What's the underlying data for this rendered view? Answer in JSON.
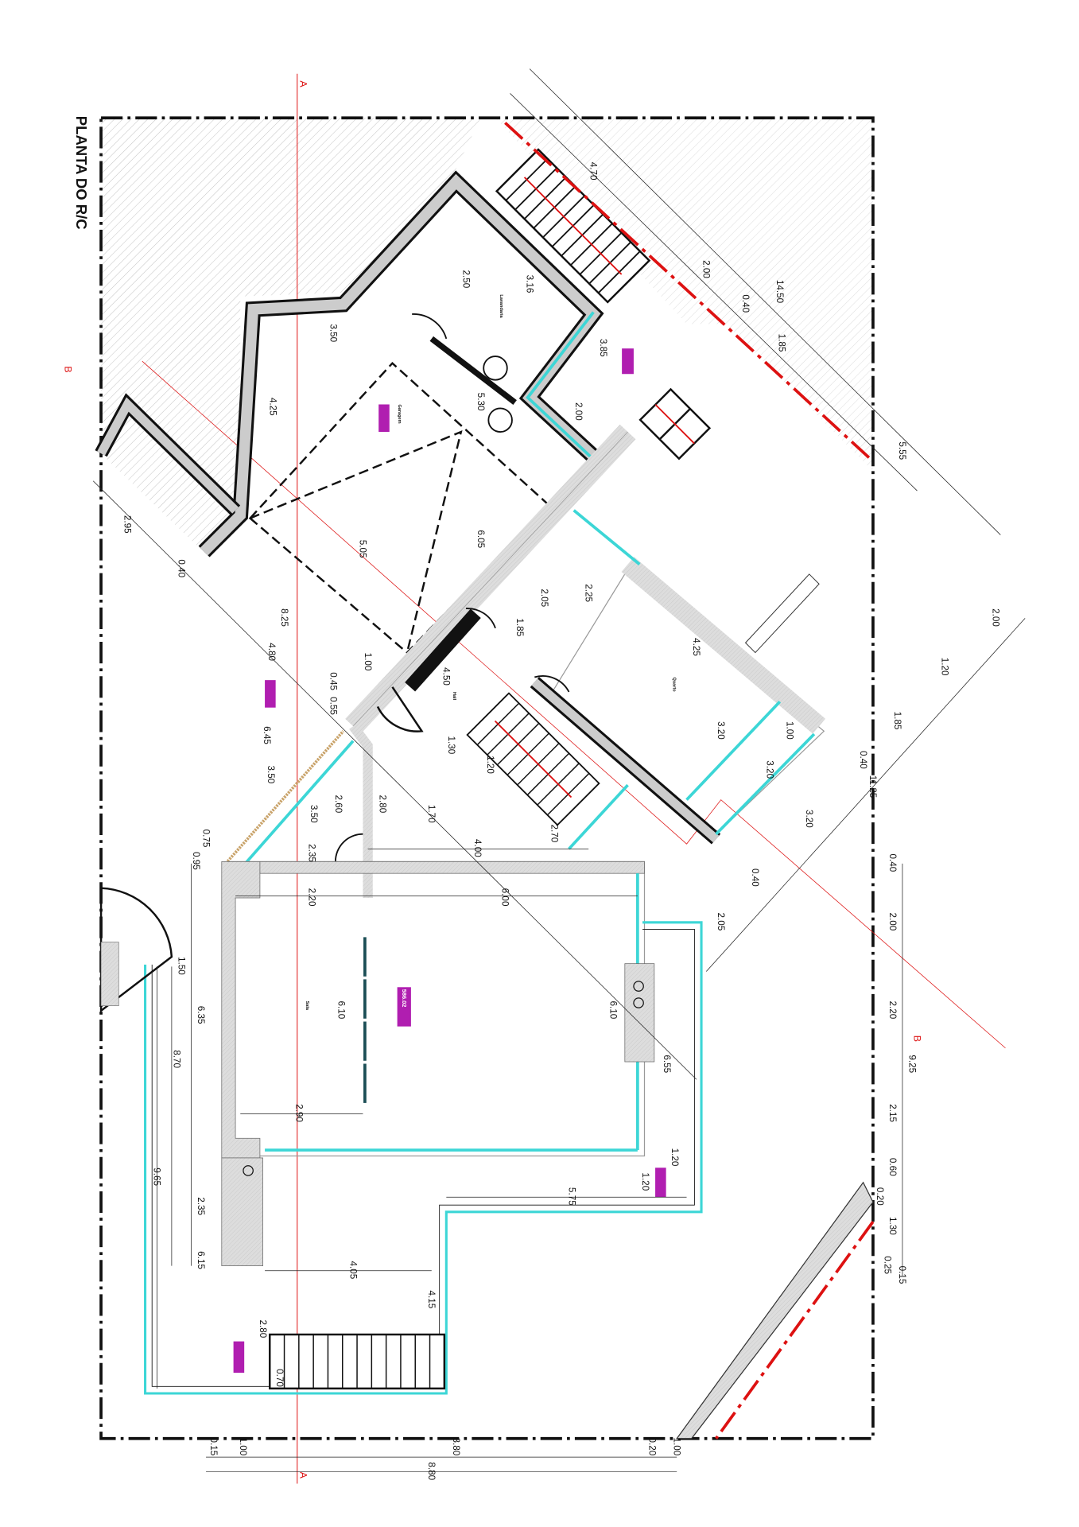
{
  "drawing": {
    "title": "PLANTA DO R/C",
    "section_a": "A",
    "section_b": "B",
    "elevation_tag": "586.02"
  },
  "rooms": [
    "Lavandaria",
    "Garagem",
    "Hall",
    "Quarto",
    "Sala"
  ],
  "dimensions": [
    "4.70",
    "2.00",
    "0.40",
    "14.50",
    "1.85",
    "5.55",
    "3.16",
    "2.50",
    "3.50",
    "3.85",
    "4.25",
    "5.30",
    "2.00",
    "2.95",
    "5.05",
    "6.05",
    "0.40",
    "2.05",
    "2.25",
    "1.85",
    "8.25",
    "4.80",
    "4.25",
    "1.00",
    "0.45",
    "0.55",
    "4.50",
    "6.45",
    "3.50",
    "1.30",
    "1.20",
    "3.20",
    "1.00",
    "3.20",
    "2.00",
    "1.20",
    "1.85",
    "0.40",
    "11.25",
    "3.20",
    "0.40",
    "2.05",
    "2.80",
    "3.50",
    "1.70",
    "2.60",
    "2.70",
    "2.35",
    "4.00",
    "0.75",
    "0.95",
    "2.20",
    "6.00",
    "0.40",
    "2.00",
    "2.20",
    "9.25",
    "2.15",
    "0.60",
    "0.20",
    "1.30",
    "0.25",
    "0.15",
    "1.50",
    "6.10",
    "6.10",
    "6.35",
    "8.70",
    "6.55",
    "2.90",
    "1.20",
    "1.20",
    "5.75",
    "9.65",
    "2.35",
    "6.15",
    "4.05",
    "4.15",
    "2.80",
    "0.70",
    "0.15",
    "1.00",
    "8.80",
    "0.20",
    "1.00",
    "8.80"
  ],
  "colors": {
    "wall": "#d9d9d9",
    "glazing": "#3cd6d6",
    "section": "#d11",
    "tag": "#b01eb0"
  }
}
